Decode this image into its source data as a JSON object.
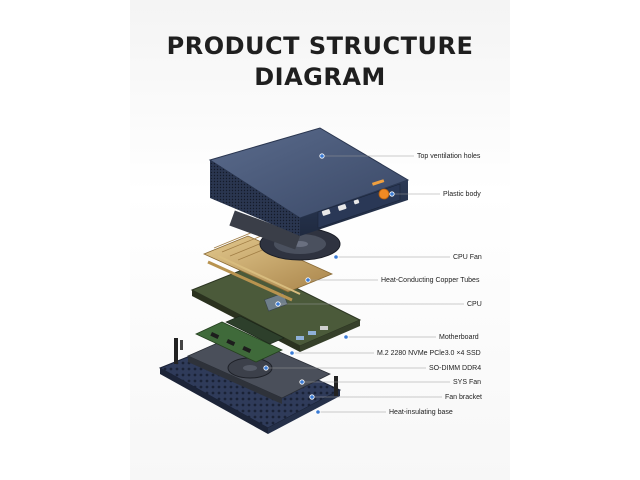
{
  "title": {
    "line1": "PRODUCT STRUCTURE",
    "line2": "DIAGRAM"
  },
  "callouts": [
    {
      "id": "top-ventilation-holes",
      "label": "Top ventilation holes"
    },
    {
      "id": "plastic-body",
      "label": "Plastic body"
    },
    {
      "id": "cpu-fan",
      "label": "CPU Fan"
    },
    {
      "id": "copper-tubes",
      "label": "Heat-Conducting Copper Tubes"
    },
    {
      "id": "cpu",
      "label": "CPU"
    },
    {
      "id": "motherboard",
      "label": "Motherboard"
    },
    {
      "id": "ssd",
      "label": "M.2 2280 NVMe PCle3.0 ×4 SSD"
    },
    {
      "id": "so-dimm",
      "label": "SO-DIMM DDR4"
    },
    {
      "id": "sys-fan",
      "label": "SYS Fan"
    },
    {
      "id": "fan-bracket",
      "label": "Fan bracket"
    },
    {
      "id": "heat-base",
      "label": "Heat-insulating base"
    }
  ],
  "colors": {
    "body": "#3b4c6b",
    "body_dark": "#25324a",
    "copper": "#c9a86a",
    "pcb": "#4b5a3a",
    "base": "#2e3a58",
    "leader": "#9a9a9a",
    "dot": "#3a7bd5"
  }
}
